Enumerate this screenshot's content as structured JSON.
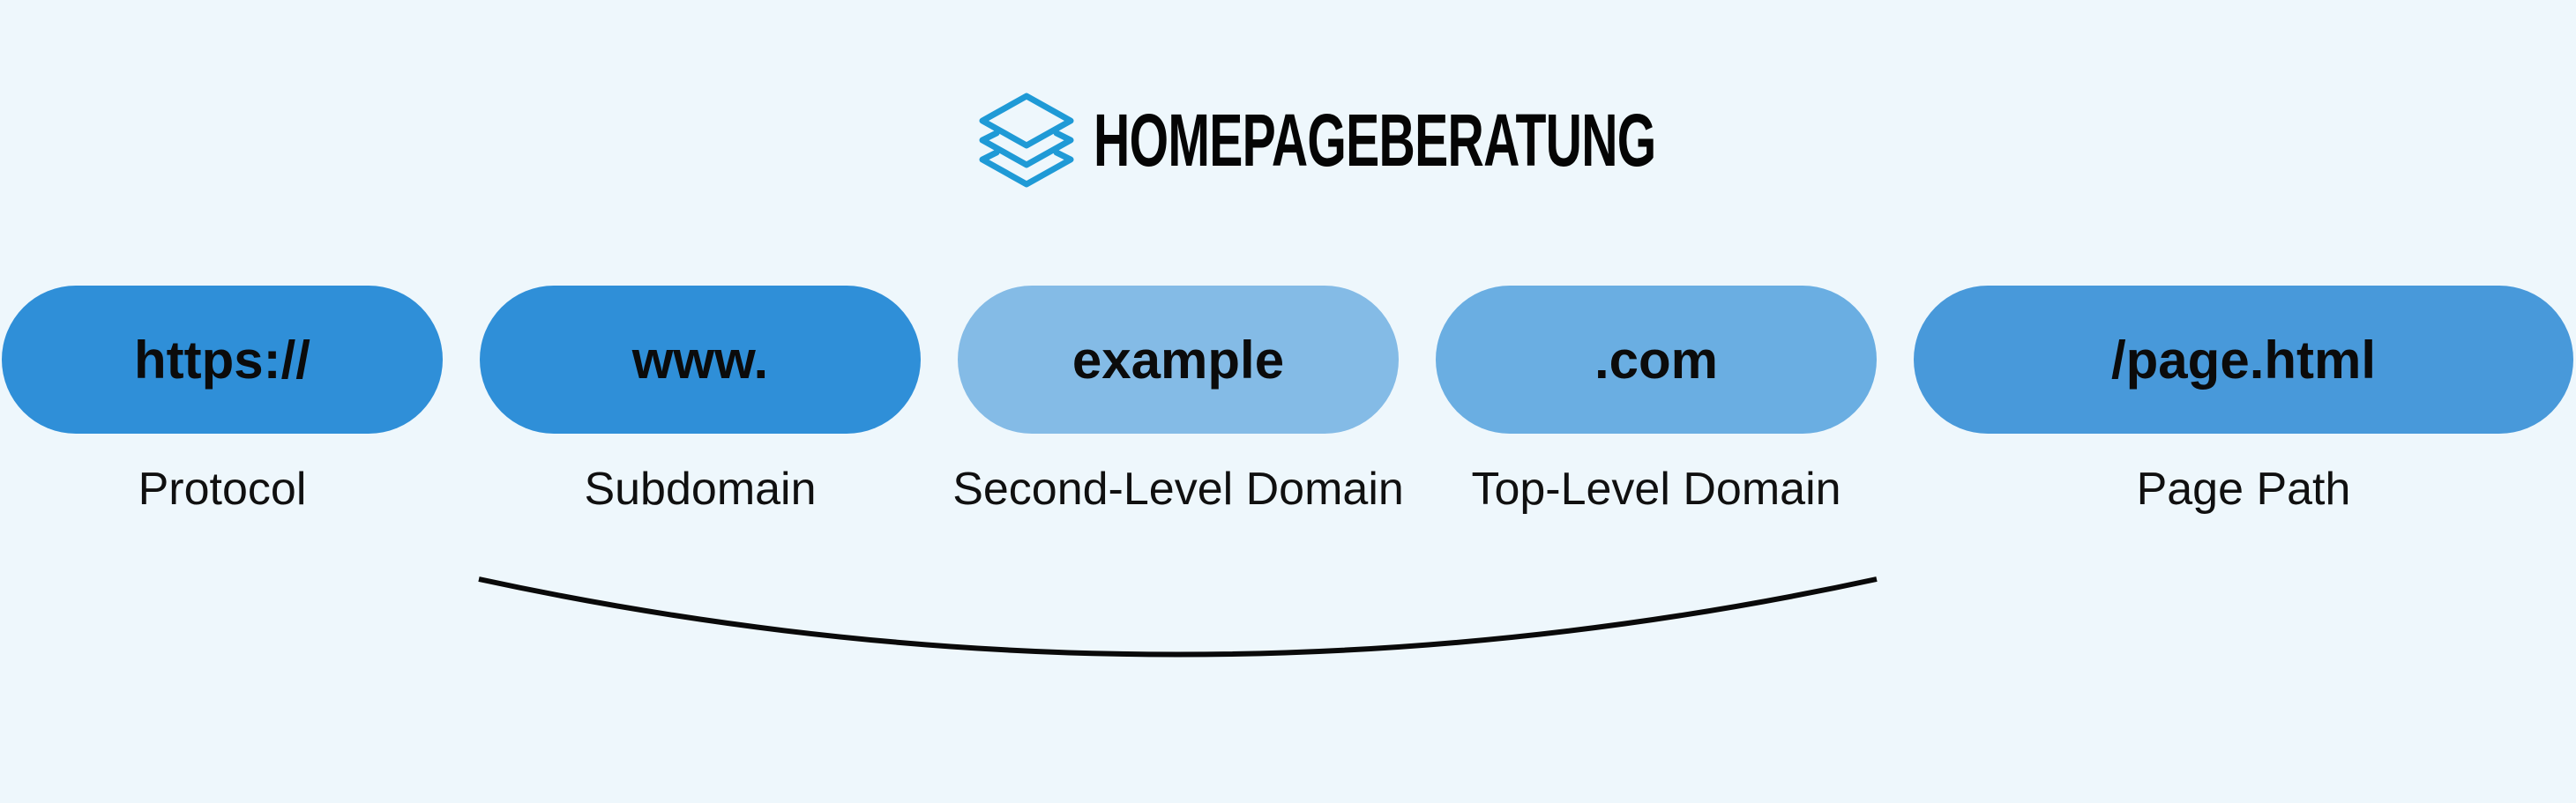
{
  "brand": {
    "name": "HOMEPAGEBERATUNG",
    "icon": "stacked-layers-icon",
    "accent_color": "#1f9ad6"
  },
  "url_parts": [
    {
      "key": "protocol",
      "segment": "https://",
      "label": "Protocol",
      "color": "#2f8fd8"
    },
    {
      "key": "subdomain",
      "segment": "www.",
      "label": "Subdomain",
      "color": "#2f8fd8"
    },
    {
      "key": "second_level_domain",
      "segment": "example",
      "label": "Second-Level Domain",
      "color": "#84bbe6"
    },
    {
      "key": "top_level_domain",
      "segment": ".com",
      "label": "Top-Level Domain",
      "color": "#6aaee2"
    },
    {
      "key": "page_path",
      "segment": "/page.html",
      "label": "Page Path",
      "color": "#4899da"
    }
  ],
  "background_color": "#eef7fc"
}
